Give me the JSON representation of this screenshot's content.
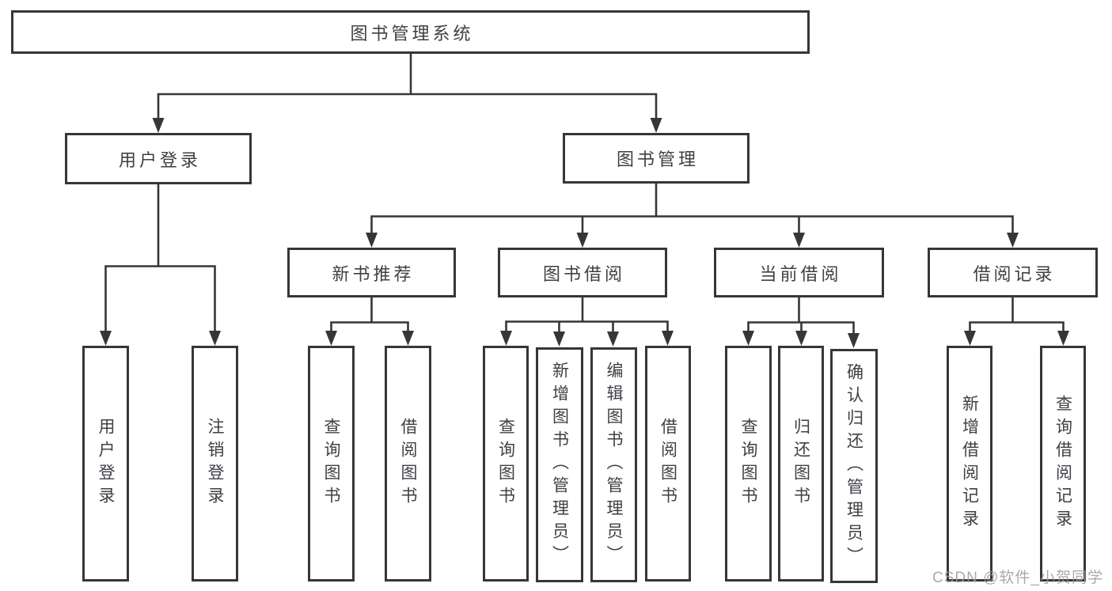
{
  "colors": {
    "line": "#36363a",
    "text": "#3f3f45",
    "watermark": "#9b9ba0",
    "background": "#ffffff"
  },
  "watermark": {
    "text": "CSDN @软件_小贺同学"
  },
  "tree": {
    "root": {
      "label": "图书管理系统"
    },
    "children": [
      {
        "label": "用户登录",
        "children": [
          {
            "label": "用户登录"
          },
          {
            "label": "注销登录"
          }
        ]
      },
      {
        "label": "图书管理",
        "children": [
          {
            "label": "新书推荐",
            "children": [
              {
                "label": "查询图书"
              },
              {
                "label": "借阅图书"
              }
            ]
          },
          {
            "label": "图书借阅",
            "children": [
              {
                "label": "查询图书"
              },
              {
                "label": "新增图书（管理员）"
              },
              {
                "label": "编辑图书（管理员）"
              },
              {
                "label": "借阅图书"
              }
            ]
          },
          {
            "label": "当前借阅",
            "children": [
              {
                "label": "查询图书"
              },
              {
                "label": "归还图书"
              },
              {
                "label": "确认归还（管理员）"
              }
            ]
          },
          {
            "label": "借阅记录",
            "children": [
              {
                "label": "新增借阅记录"
              },
              {
                "label": "查询借阅记录"
              }
            ]
          }
        ]
      }
    ]
  }
}
